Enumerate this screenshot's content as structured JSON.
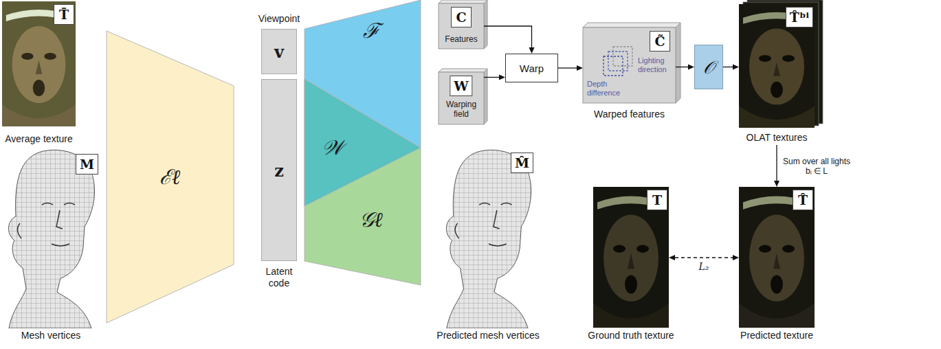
{
  "diagram": {
    "nodes": [
      {
        "text": [
          "T̄",
          "Average texture"
        ]
      },
      {
        "text": [
          "M",
          "Mesh vertices"
        ]
      },
      {
        "text": [
          "ℰℓ"
        ]
      },
      {
        "text": [
          "Viewpoint",
          "v"
        ]
      },
      {
        "text": [
          "z",
          "Latent code"
        ]
      },
      {
        "text": [
          "ℱ"
        ]
      },
      {
        "text": [
          "𝒲"
        ]
      },
      {
        "text": [
          "𝒢ℓ"
        ]
      },
      {
        "text": [
          "C",
          "Features"
        ]
      },
      {
        "text": [
          "W",
          "Warping field"
        ]
      },
      {
        "text": [
          "Warp"
        ]
      },
      {
        "text": [
          "C̃",
          "Depth difference",
          "Lighting direction",
          "Warped features"
        ]
      },
      {
        "text": [
          "𝒪"
        ]
      },
      {
        "text": [
          "T̂ᵇⁱ",
          "OLAT textures"
        ]
      },
      {
        "text": [
          "M̂",
          "Predicted mesh vertices"
        ]
      },
      {
        "text": [
          "T",
          "Ground truth texture"
        ]
      },
      {
        "text": [
          "T̂",
          "Predicted texture"
        ]
      }
    ],
    "edges": [
      {
        "from": 8,
        "to": 10,
        "arrow": "to"
      },
      {
        "from": 9,
        "to": 10,
        "arrow": "to"
      },
      {
        "from": 10,
        "to": 11,
        "arrow": "to"
      },
      {
        "from": 11,
        "to": 12,
        "arrow": "to"
      },
      {
        "from": 12,
        "to": 13,
        "arrow": "to"
      },
      {
        "from": 13,
        "to": 16,
        "arrow": "to",
        "label": "Sum over all lights bᵢ ∈ L"
      },
      {
        "from": 15,
        "to": 16,
        "arrow": "both",
        "label": "L₂"
      }
    ]
  }
}
